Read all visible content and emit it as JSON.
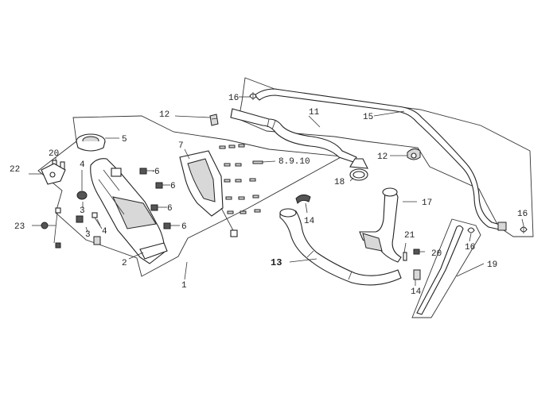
{
  "labels": {
    "l1": "1",
    "l2": "2",
    "l3a": "3",
    "l3b": "3",
    "l4a": "4",
    "l4b": "4",
    "l5": "5",
    "l6a": "6",
    "l6b": "6",
    "l6c": "6",
    "l6d": "6",
    "l7": "7",
    "l8910": "8.9.10",
    "l11": "11",
    "l12a": "12",
    "l12b": "12",
    "l13": "13",
    "l14a": "14",
    "l14b": "14",
    "l15": "15",
    "l16a": "16",
    "l16b": "16",
    "l16c": "16",
    "l17": "17",
    "l18": "18",
    "l19": "19",
    "l20a": "20",
    "l20b": "20",
    "l21": "21",
    "l22": "22",
    "l23": "23"
  },
  "colors": {
    "line": "#222222",
    "shade": "#d8d8d8",
    "dark": "#555555"
  }
}
